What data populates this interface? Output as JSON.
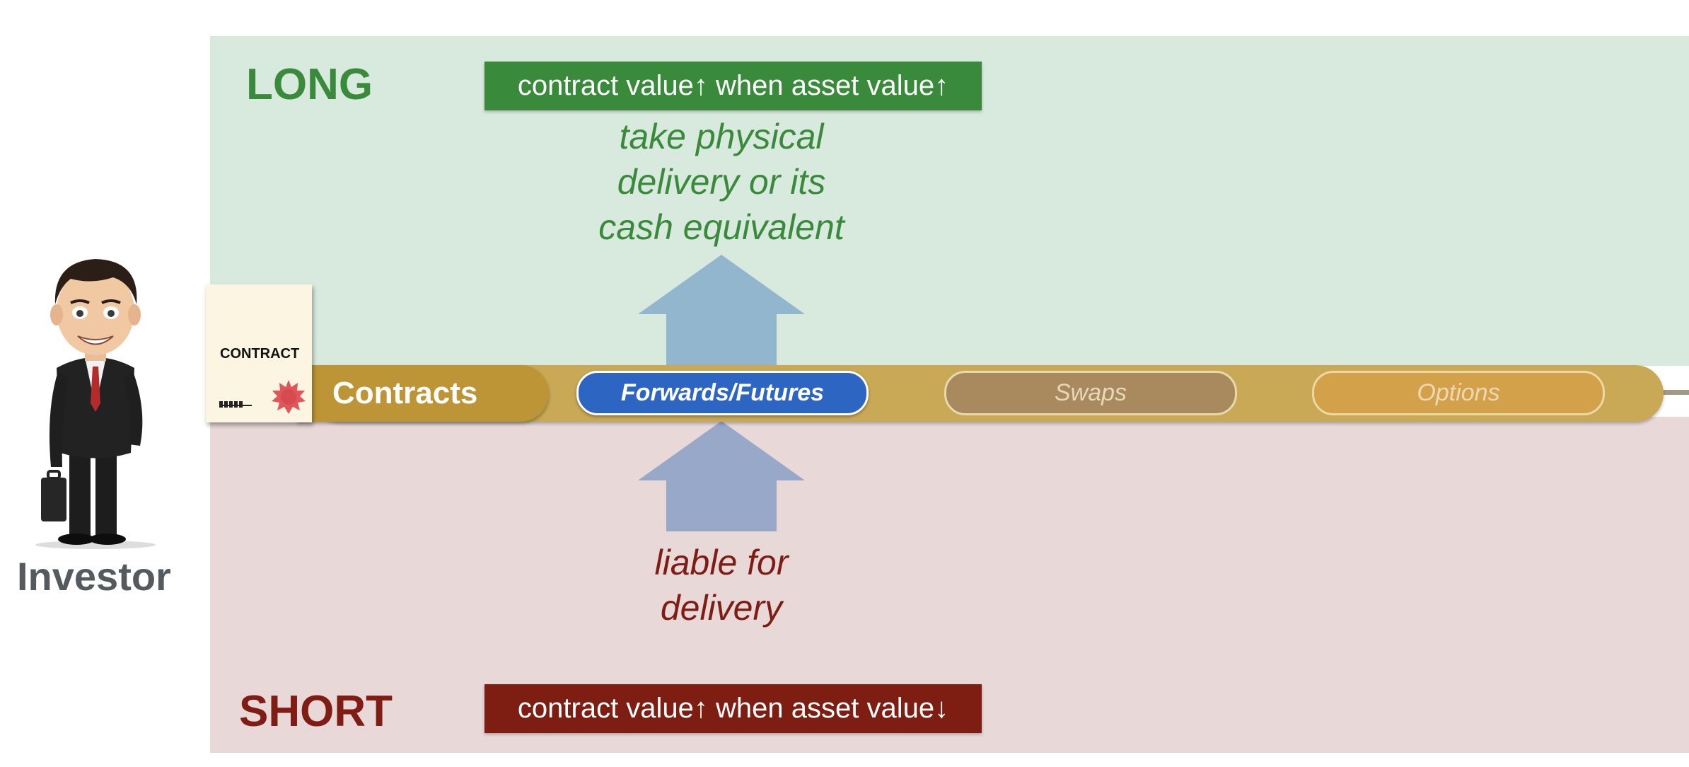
{
  "long": {
    "heading": "LONG",
    "rule": "contract value↑ when asset value↑",
    "note": "take physical\ndelivery or its\ncash equivalent"
  },
  "short": {
    "heading": "SHORT",
    "rule": "contract value↑ when asset value↓",
    "note": "liable for\ndelivery"
  },
  "investor": {
    "label": "Investor",
    "icon": "businessman-with-briefcase"
  },
  "contract_doc": {
    "title": "CONTRACT",
    "icon": "red-seal"
  },
  "track": {
    "label": "Contracts",
    "items": [
      {
        "label": "Forwards/Futures",
        "state": "active"
      },
      {
        "label": "Swaps",
        "state": "inactive"
      },
      {
        "label": "Options",
        "state": "inactive"
      }
    ]
  },
  "colors": {
    "long_green": "#3a8a3c",
    "short_red": "#7e1d12",
    "active_blue": "#2d66c2",
    "track_gold": "#c9a955",
    "arrow_blue": "#93b6cf"
  }
}
